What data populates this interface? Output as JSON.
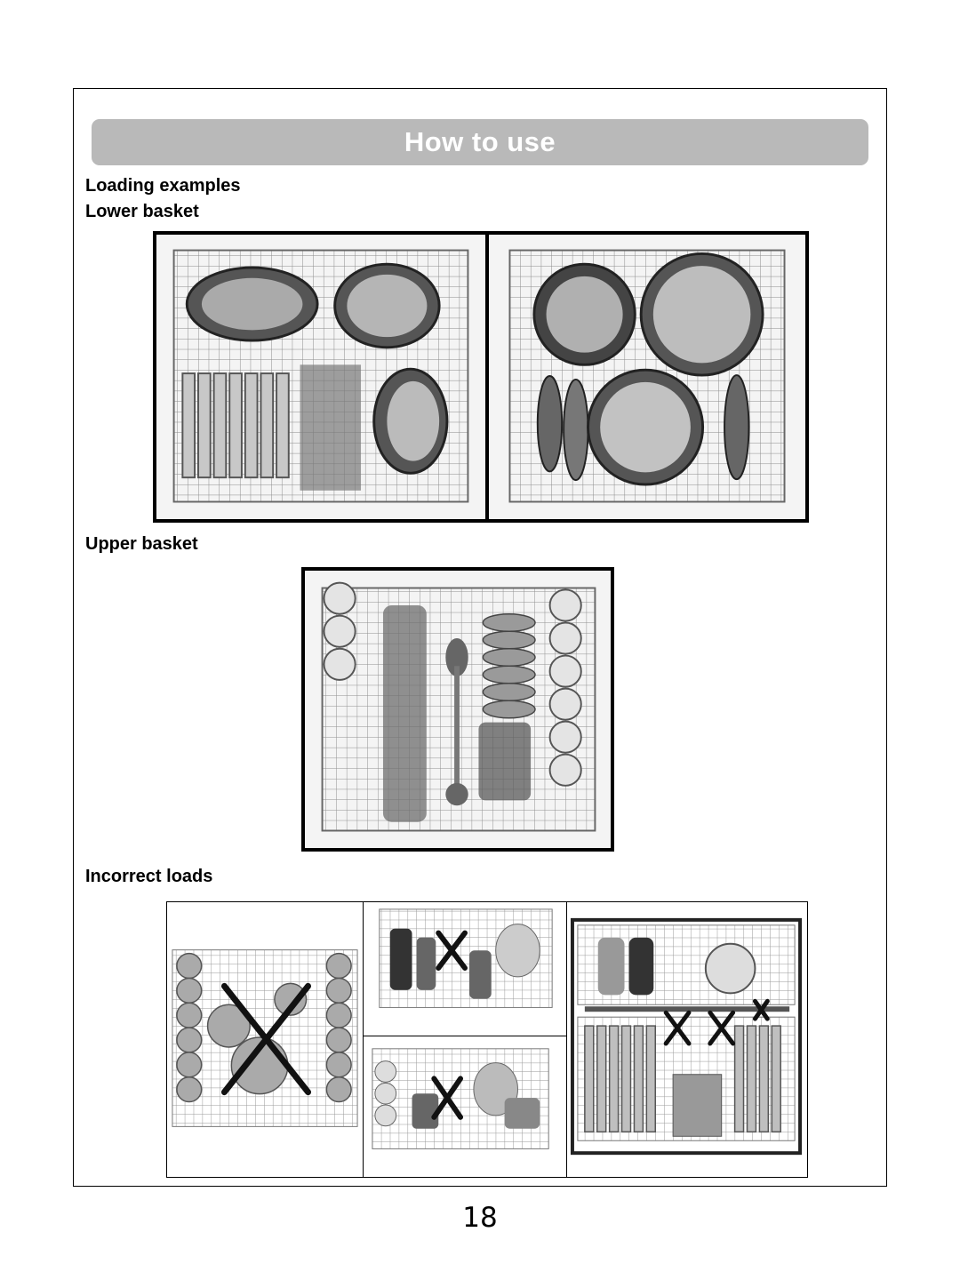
{
  "header": {
    "title": "How to use"
  },
  "sections": {
    "loading_examples": "Loading examples",
    "lower_basket": "Lower basket",
    "upper_basket": "Upper basket",
    "incorrect_loads": "Incorrect loads"
  },
  "footer": {
    "page_number": "18"
  }
}
